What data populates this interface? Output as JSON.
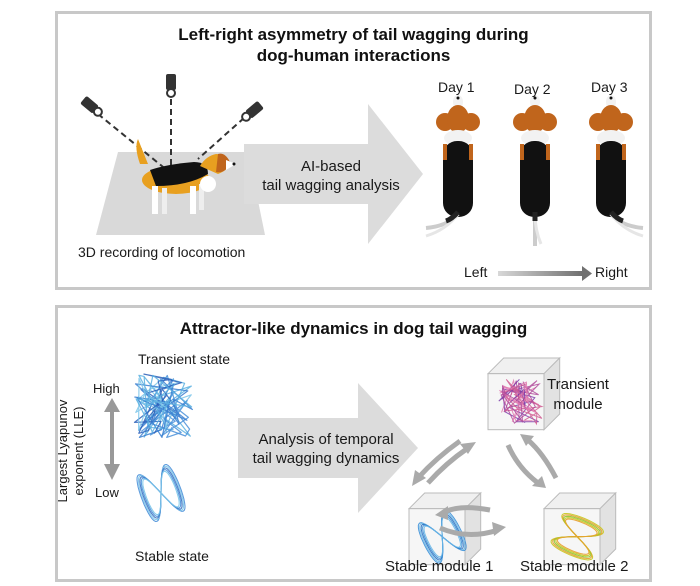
{
  "panel_top": {
    "title_line1": "Left-right asymmetry of tail wagging during",
    "title_line2": "dog-human interactions",
    "recording_caption": "3D recording of locomotion",
    "arrow_line1": "AI-based",
    "arrow_line2": "tail wagging analysis",
    "days": [
      "Day 1",
      "Day 2",
      "Day 3"
    ],
    "scale_left": "Left",
    "scale_right": "Right"
  },
  "panel_bottom": {
    "title": "Attractor-like dynamics in dog tail wagging",
    "transient_state": "Transient state",
    "stable_state": "Stable state",
    "axis_label_line1": "Largest Lyapunov",
    "axis_label_line2": "exponent (LLE)",
    "high": "High",
    "low": "Low",
    "arrow_line1": "Analysis of temporal",
    "arrow_line2": "tail wagging dynamics",
    "transient_module_line1": "Transient",
    "transient_module_line2": "module",
    "stable_module_1": "Stable module 1",
    "stable_module_2": "Stable module 2"
  },
  "colors": {
    "border": "#c8c8c8",
    "arrow_fill": "#dcdcdc",
    "floor": "#d9d9d9",
    "dog_tan": "#e8a020",
    "dog_brown": "#c0651c",
    "dog_black": "#111111",
    "transient_lines": "#4a90d9",
    "module_transient": "#d0609a",
    "module_stable1": "#3a8fd8",
    "module_stable2": "#c8c820"
  }
}
